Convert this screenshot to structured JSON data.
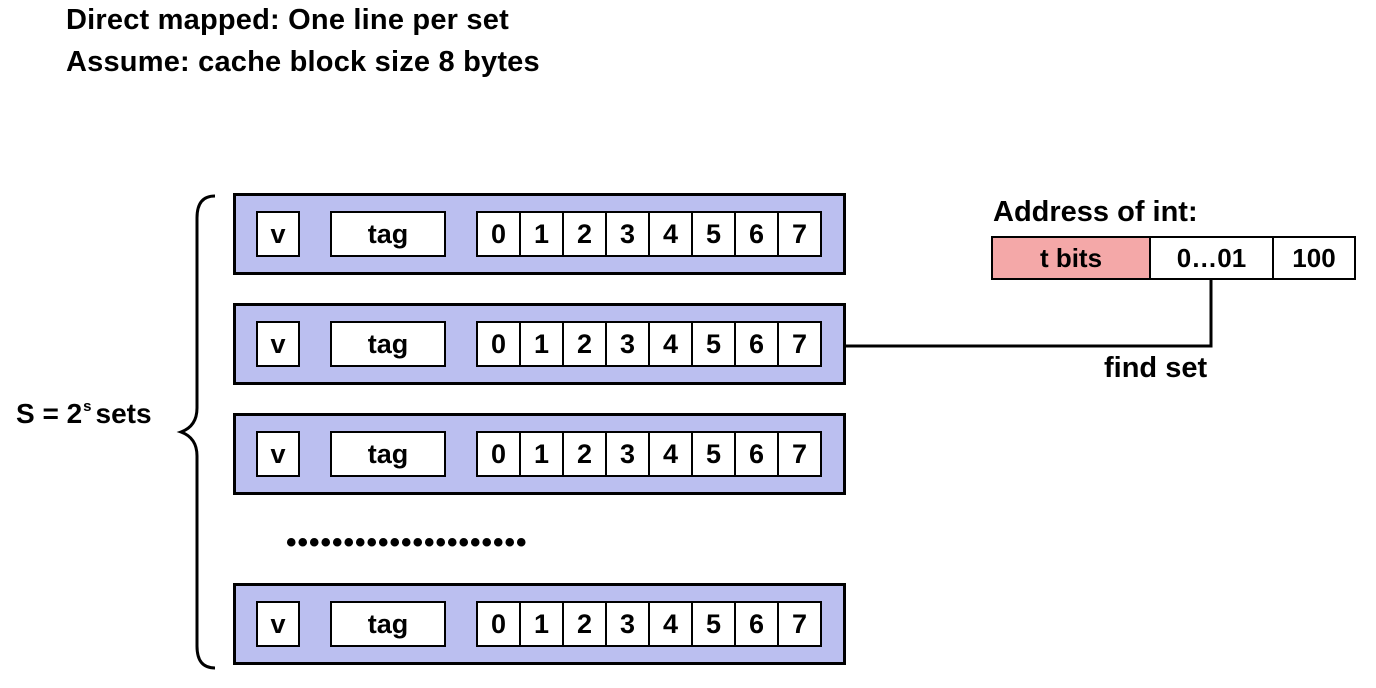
{
  "title": {
    "line1": "Direct mapped: One line per set",
    "line2": "Assume: cache block size 8 bytes"
  },
  "sets_label": {
    "prefix": "S = 2",
    "exponent": "s",
    "suffix": "sets"
  },
  "cache_lines": [
    {
      "valid": "v",
      "tag": "tag",
      "bytes": [
        "0",
        "1",
        "2",
        "3",
        "4",
        "5",
        "6",
        "7"
      ]
    },
    {
      "valid": "v",
      "tag": "tag",
      "bytes": [
        "0",
        "1",
        "2",
        "3",
        "4",
        "5",
        "6",
        "7"
      ]
    },
    {
      "valid": "v",
      "tag": "tag",
      "bytes": [
        "0",
        "1",
        "2",
        "3",
        "4",
        "5",
        "6",
        "7"
      ]
    },
    {
      "valid": "v",
      "tag": "tag",
      "bytes": [
        "0",
        "1",
        "2",
        "3",
        "4",
        "5",
        "6",
        "7"
      ]
    }
  ],
  "ellipsis": "•••••••••••••••••••••",
  "address": {
    "title": "Address of int:",
    "tag_bits": "t bits",
    "set_bits": "0…01",
    "offset_bits": "100"
  },
  "find_set_label": "find set",
  "colors": {
    "cache_line_fill": "#bbbff0",
    "tag_bits_fill": "#f4a8a8"
  }
}
